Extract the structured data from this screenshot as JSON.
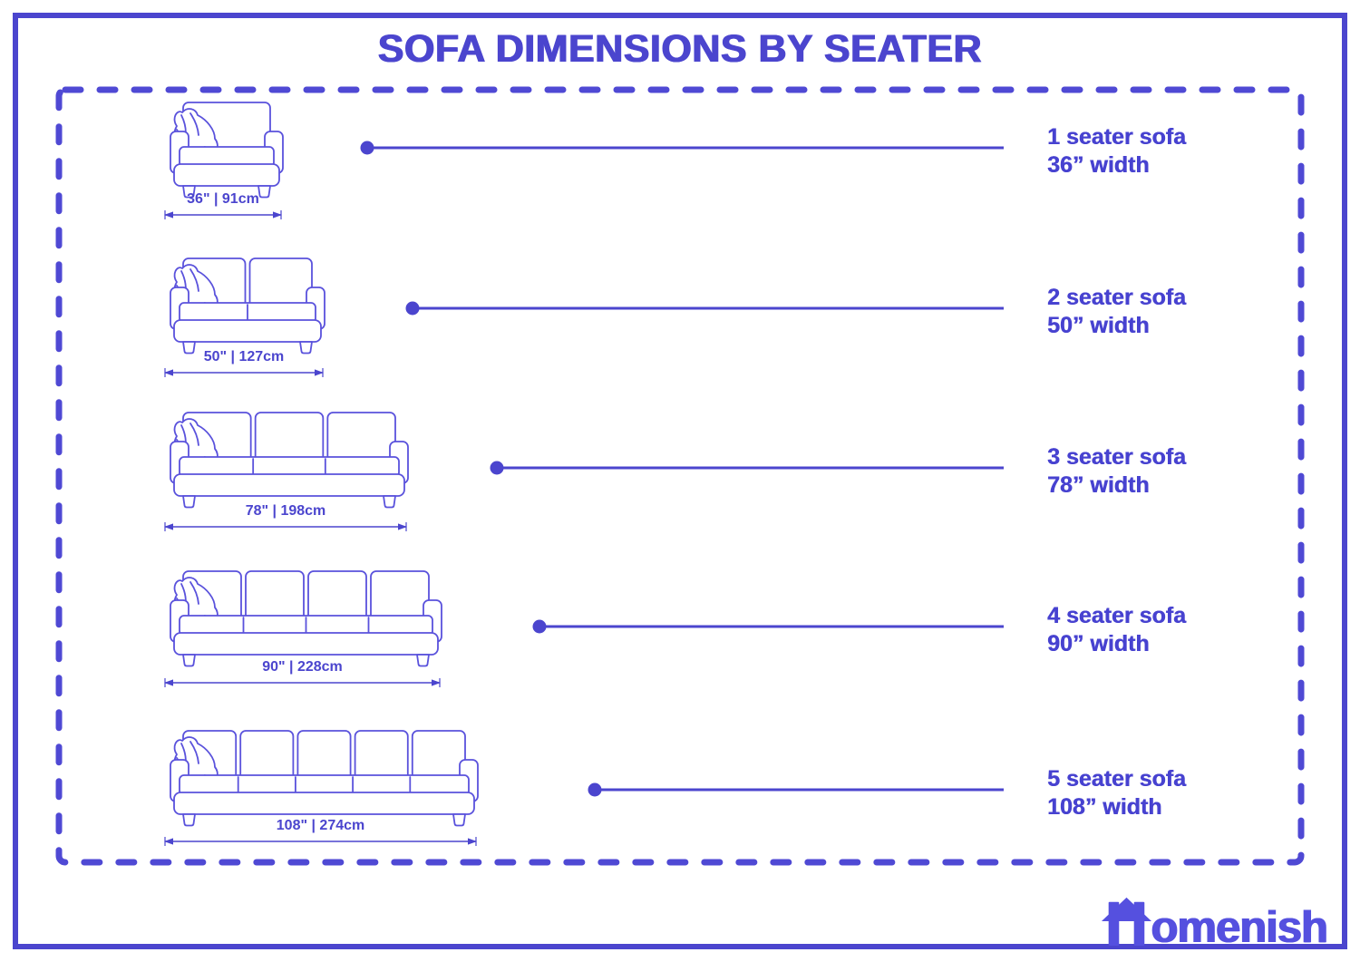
{
  "title": "SOFA DIMENSIONS BY SEATER",
  "brand": {
    "name": "Homenish",
    "wordmark_tail": "omenish",
    "icon": "house-h-icon"
  },
  "colors": {
    "primary": "#4b45ce",
    "lineart": "#5a52dc"
  },
  "rows": [
    {
      "seats": 1,
      "label_line1": "1 seater sofa",
      "label_line2": "36” width",
      "dimension": "36\" | 91cm",
      "width_in": 36,
      "width_cm": 91
    },
    {
      "seats": 2,
      "label_line1": "2 seater sofa",
      "label_line2": "50” width",
      "dimension": "50\" | 127cm",
      "width_in": 50,
      "width_cm": 127
    },
    {
      "seats": 3,
      "label_line1": "3 seater sofa",
      "label_line2": "78” width",
      "dimension": "78\" | 198cm",
      "width_in": 78,
      "width_cm": 198
    },
    {
      "seats": 4,
      "label_line1": "4 seater sofa",
      "label_line2": "90” width",
      "dimension": "90\" | 228cm",
      "width_in": 90,
      "width_cm": 228
    },
    {
      "seats": 5,
      "label_line1": "5 seater sofa",
      "label_line2": "108” width",
      "dimension": "108\" | 274cm",
      "width_in": 108,
      "width_cm": 274
    }
  ]
}
